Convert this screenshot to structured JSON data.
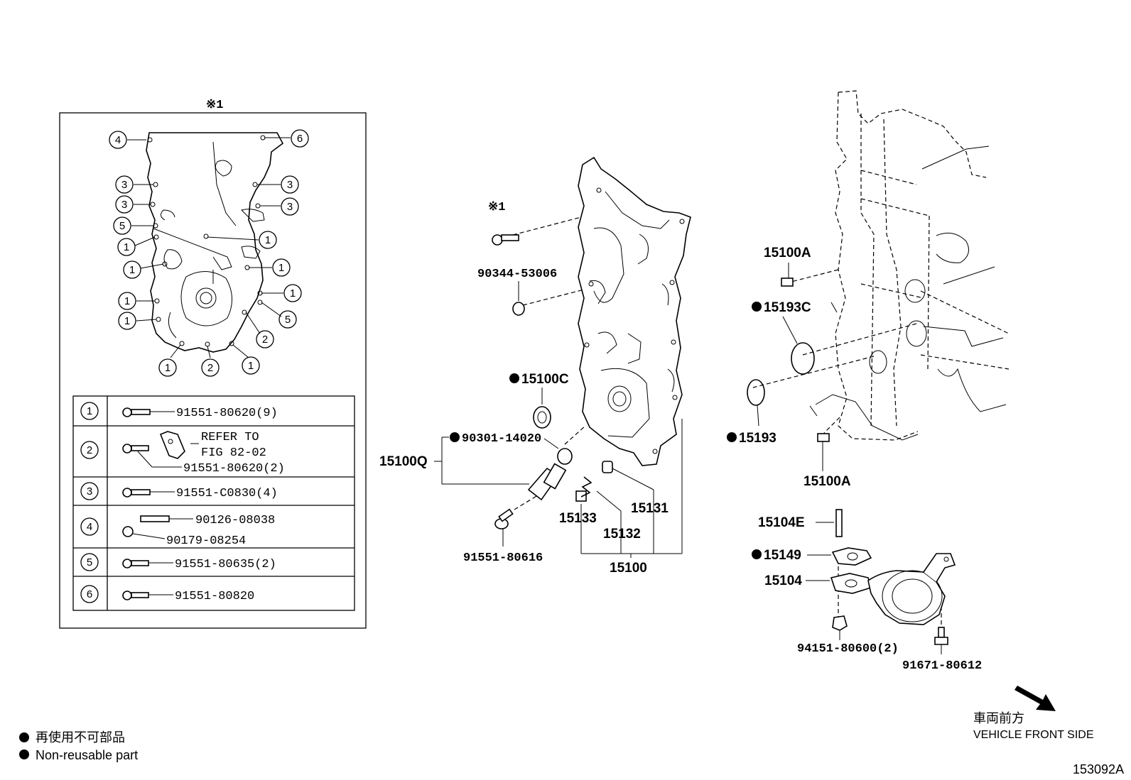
{
  "inset": {
    "marker": "※1",
    "callouts": [
      "4",
      "6",
      "3",
      "3",
      "3",
      "3",
      "5",
      "1",
      "1",
      "1",
      "1",
      "1",
      "1",
      "1",
      "5",
      "2",
      "1",
      "2",
      "1"
    ],
    "table": [
      {
        "key": "1",
        "lines": [
          "91551-80620(9)"
        ]
      },
      {
        "key": "2",
        "lines": [
          "REFER TO",
          "FIG 82-02",
          "91551-80620(2)"
        ]
      },
      {
        "key": "3",
        "lines": [
          "91551-C0830(4)"
        ]
      },
      {
        "key": "4",
        "lines": [
          "90126-08038",
          "90179-08254"
        ]
      },
      {
        "key": "5",
        "lines": [
          "91551-80635(2)"
        ]
      },
      {
        "key": "6",
        "lines": [
          "91551-80820"
        ]
      }
    ]
  },
  "labels": {
    "marker_1": "※1",
    "p90344": "90344-53006",
    "p15100C": "15100C",
    "p90301": "90301-14020",
    "p15100Q": "15100Q",
    "p91551_80616": "91551-80616",
    "p15133": "15133",
    "p15132": "15132",
    "p15131": "15131",
    "p15100": "15100",
    "p15100A_top": "15100A",
    "p15193C": "15193C",
    "p15193": "15193",
    "p15100A_bot": "15100A",
    "p15104E": "15104E",
    "p15149": "15149",
    "p15104": "15104",
    "p94151": "94151-80600(2)",
    "p91671": "91671-80612"
  },
  "legend": {
    "jp": "再使用不可部品",
    "en": "Non-reusable part"
  },
  "direction": {
    "jp": "車両前方",
    "en": "VEHICLE FRONT SIDE"
  },
  "figure_id": "153092A"
}
